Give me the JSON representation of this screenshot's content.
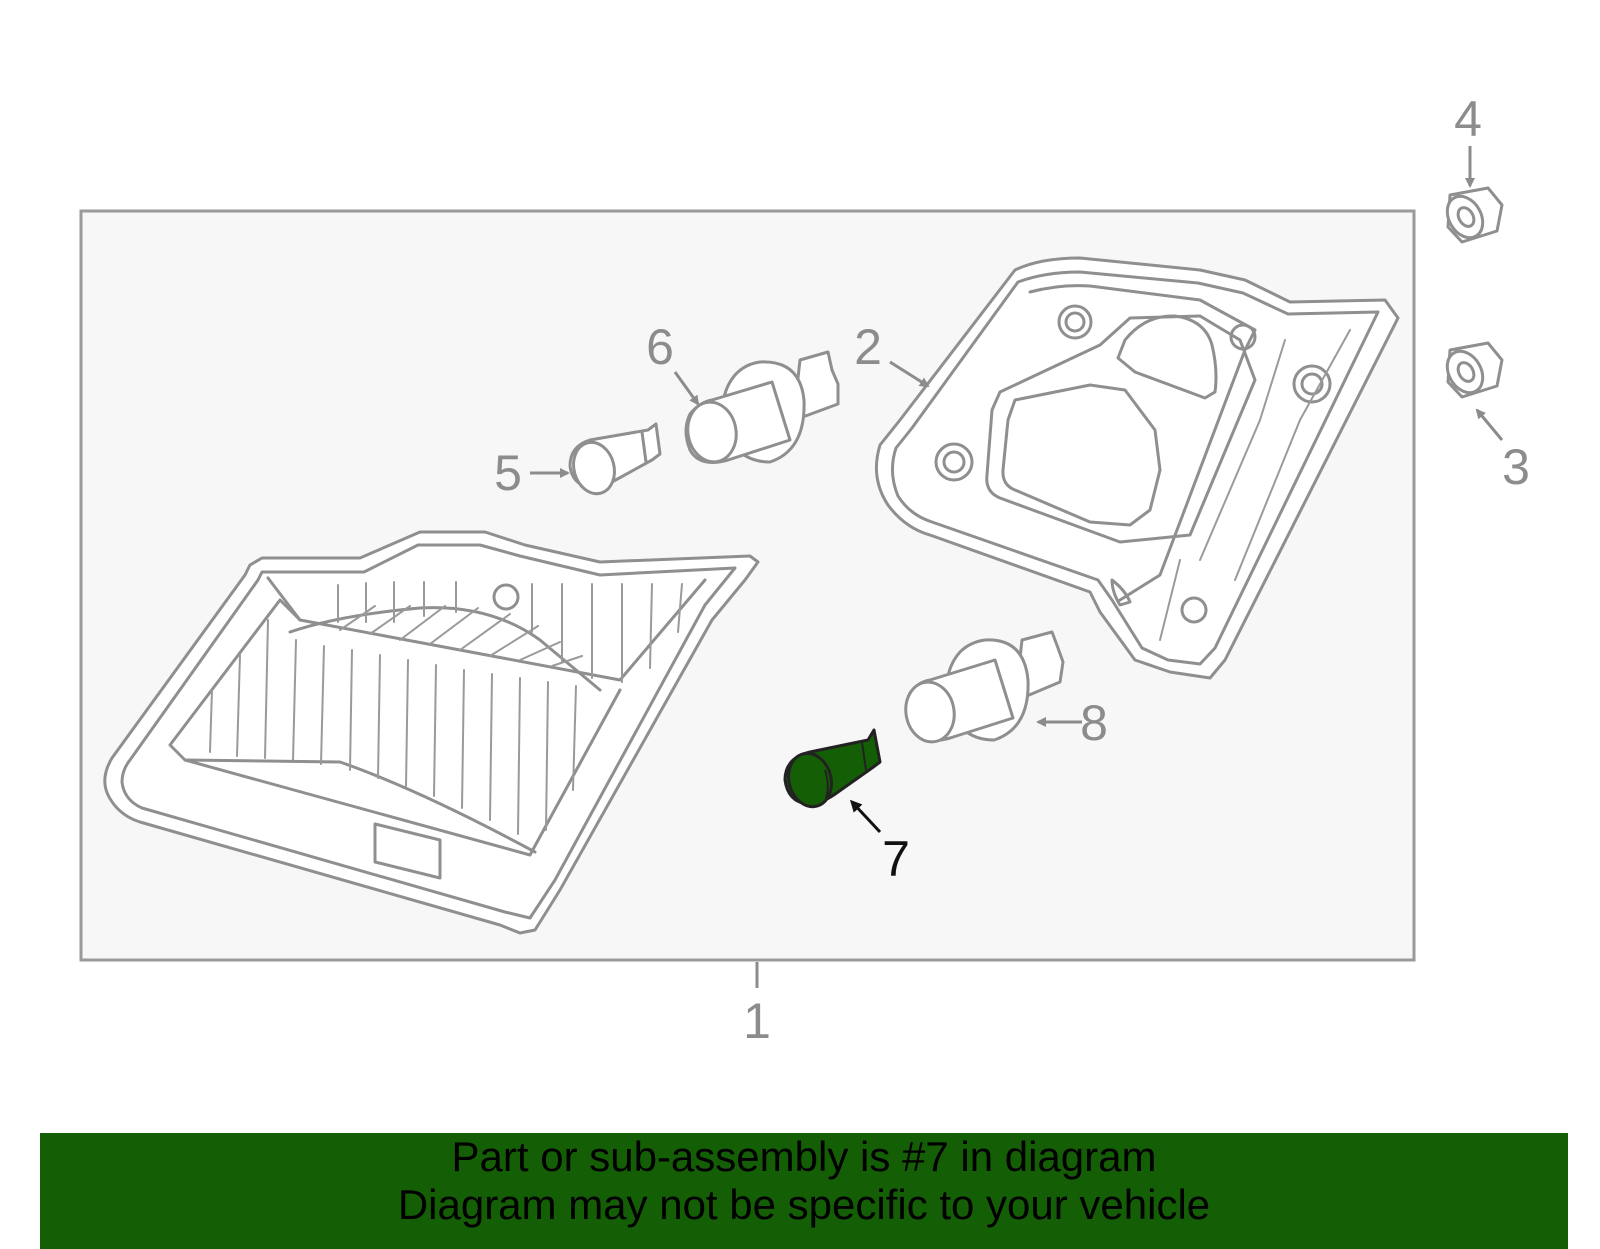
{
  "callouts": {
    "c1": "1",
    "c2": "2",
    "c3": "3",
    "c4": "4",
    "c5": "5",
    "c6": "6",
    "c7": "7",
    "c8": "8"
  },
  "highlight_color": "#145e05",
  "banner": {
    "line1": "Part or sub-assembly is #7 in diagram",
    "line2": "Diagram may not be specific to your vehicle"
  }
}
